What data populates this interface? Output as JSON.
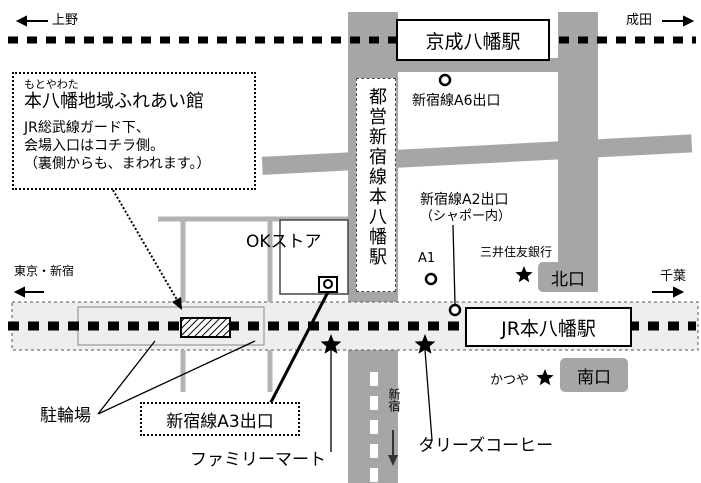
{
  "rail_top": {
    "left_direction": "上野",
    "right_direction": "成田",
    "station": "京成八幡駅"
  },
  "rail_bottom": {
    "left_direction": "東京・新宿",
    "right_direction": "千葉",
    "station": "JR本八幡駅"
  },
  "venue_callout": {
    "furigana": "もとやわた",
    "name": "本八幡地域ふれあい館",
    "note_lines": [
      "JR総武線ガード下、",
      "会場入口はコチラ側。",
      "（裏側からも、まわれます。）"
    ]
  },
  "subway_label": "都営新宿線本八幡駅",
  "exits": {
    "a6": "新宿線A6出口",
    "a2": "新宿線A2出口",
    "a2_sub": "（シャポー内）",
    "a1": "A1",
    "a3": "新宿線A3出口"
  },
  "landmarks": {
    "ok_store": "OKストア",
    "bank": "三井住友銀行",
    "north_exit": "北口",
    "south_exit": "南口",
    "katsuya": "かつや",
    "bicycle_parking": "駐輪場",
    "family_mart": "ファミリーマート",
    "tullys": "タリーズコーヒー",
    "shinjuku_dir": "新宿"
  },
  "colors": {
    "road": "#a6a6a6",
    "rail_band": "#eeeeee",
    "dash": "#000000",
    "exit_gray": "#a6a6a6"
  }
}
